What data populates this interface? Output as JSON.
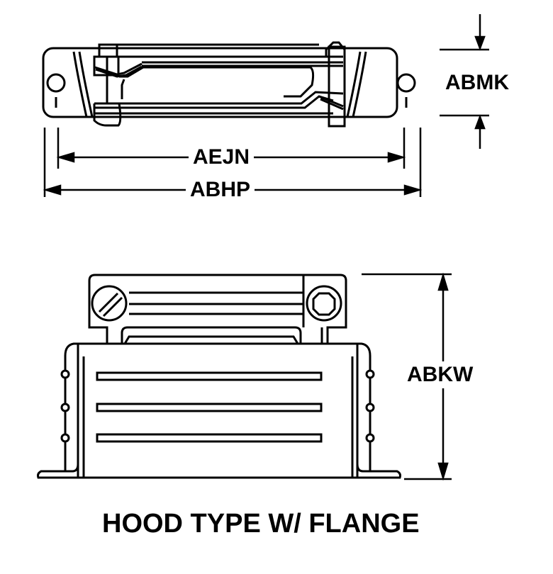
{
  "dimensions": {
    "height_top": "ABMK",
    "inner_width": "AEJN",
    "overall_width": "ABHP",
    "overall_height": "ABKW"
  },
  "caption": "HOOD TYPE W/ FLANGE"
}
